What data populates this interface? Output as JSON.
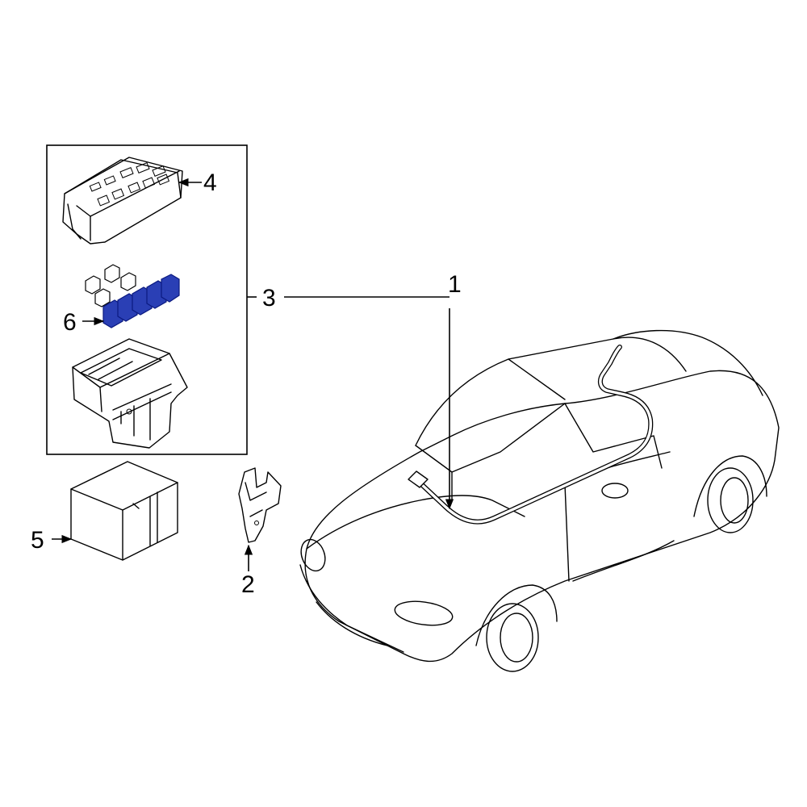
{
  "callouts": {
    "c1": "1",
    "c2": "2",
    "c3": "3",
    "c4": "4",
    "c5": "5",
    "c6": "6"
  },
  "colors": {
    "line": "#000000",
    "highlight_fill": "#2a3fb5",
    "highlight_stroke": "#0b1a80",
    "background": "#ffffff"
  }
}
